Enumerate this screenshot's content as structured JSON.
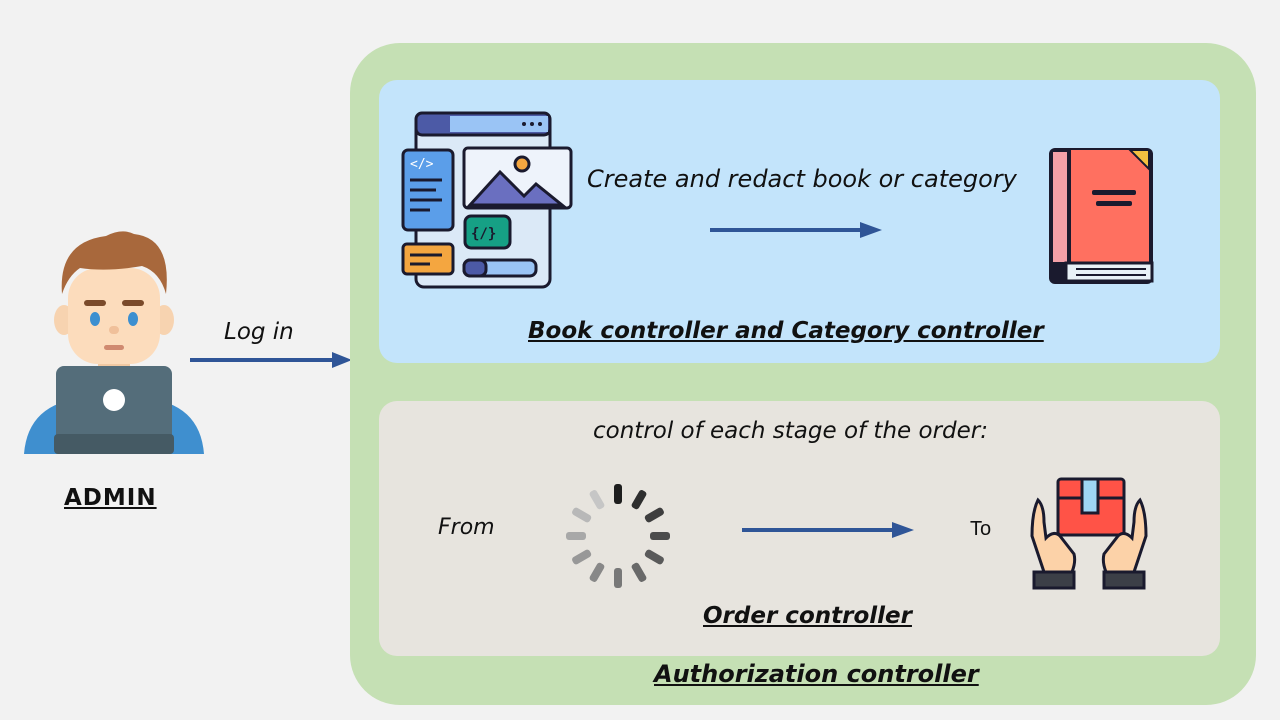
{
  "admin": {
    "label": "ADMIN"
  },
  "login": {
    "label": "Log in"
  },
  "authorization": {
    "label": "Authorization controller"
  },
  "book_panel": {
    "action": "Create and redact book or category",
    "title": "Book controller and Category controller"
  },
  "order_panel": {
    "heading": "control of each stage of the order:",
    "from": "From",
    "to": "To",
    "title": "Order controller"
  },
  "colors": {
    "arrow": "#2f5597",
    "outer_green": "#c5e0b4",
    "book_blue": "#c3e4fb",
    "order_grey": "#e7e4de"
  },
  "icons": {
    "admin": "admin-user-laptop-icon",
    "web_editor": "web-editor-icon",
    "book": "book-icon",
    "loading": "loading-spinner-icon",
    "package": "package-hands-icon"
  }
}
